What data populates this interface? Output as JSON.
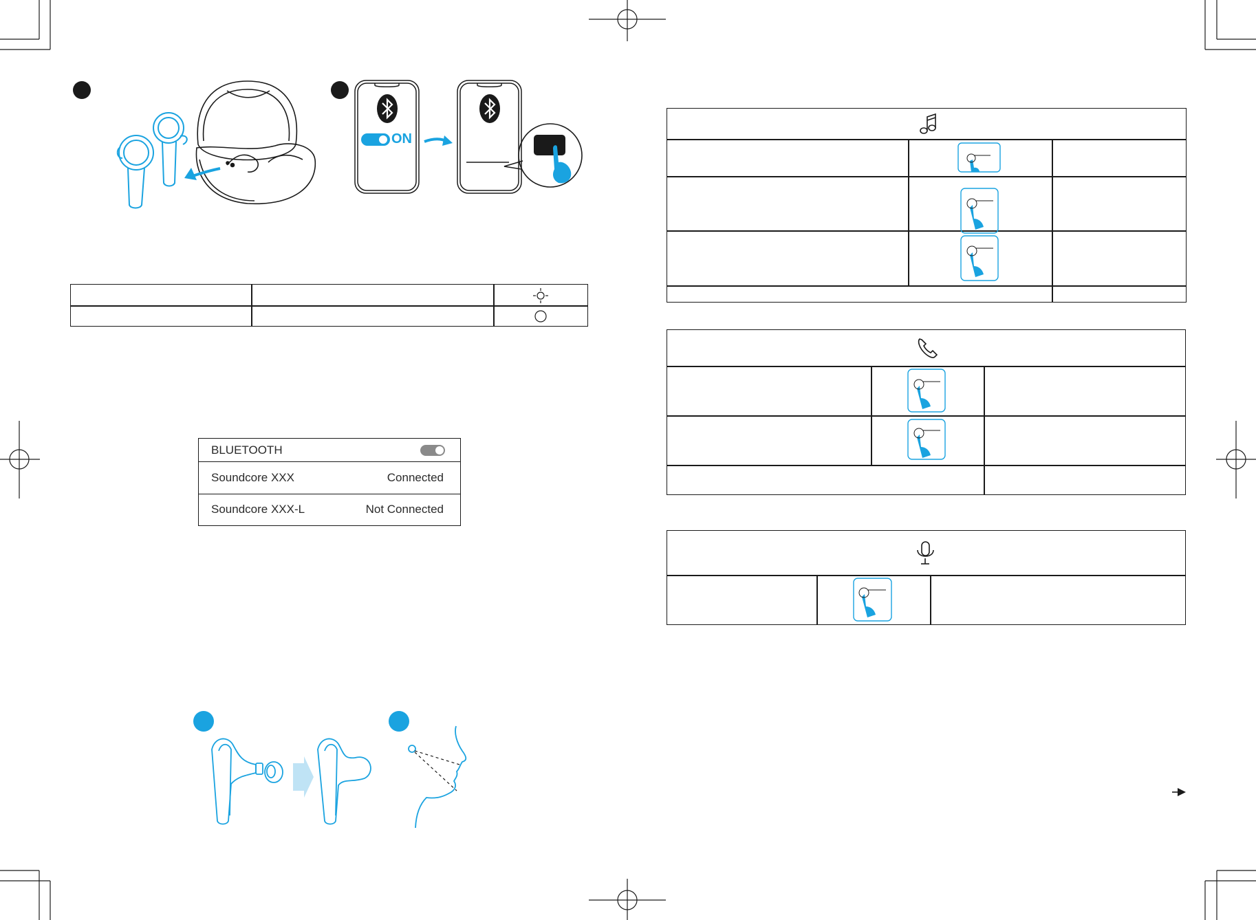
{
  "colors": {
    "accent": "#1aa3e0",
    "ink": "#1a1a1a",
    "light_accent": "#bfe3f5"
  },
  "step_markers": {
    "step_a": "dark-circle",
    "step_b": "dark-circle",
    "step_c": "blue-circle",
    "step_d": "blue-circle"
  },
  "phone": {
    "toggle_label": "ON",
    "icon": "bluetooth-icon"
  },
  "bluetooth_list": {
    "header": "BLUETOOTH",
    "devices": [
      {
        "name": "Soundcore XXX",
        "status": "Connected"
      },
      {
        "name": "Soundcore XXX-L",
        "status": "Not Connected"
      }
    ]
  },
  "led_table": {
    "icons": [
      "light-blink-icon",
      "light-off-icon"
    ]
  },
  "tables": {
    "music": {
      "icon": "music-note-icon"
    },
    "call": {
      "icon": "phone-icon"
    },
    "voice": {
      "icon": "microphone-icon"
    }
  },
  "next_page": {
    "icon": "arrow-right-icon"
  }
}
